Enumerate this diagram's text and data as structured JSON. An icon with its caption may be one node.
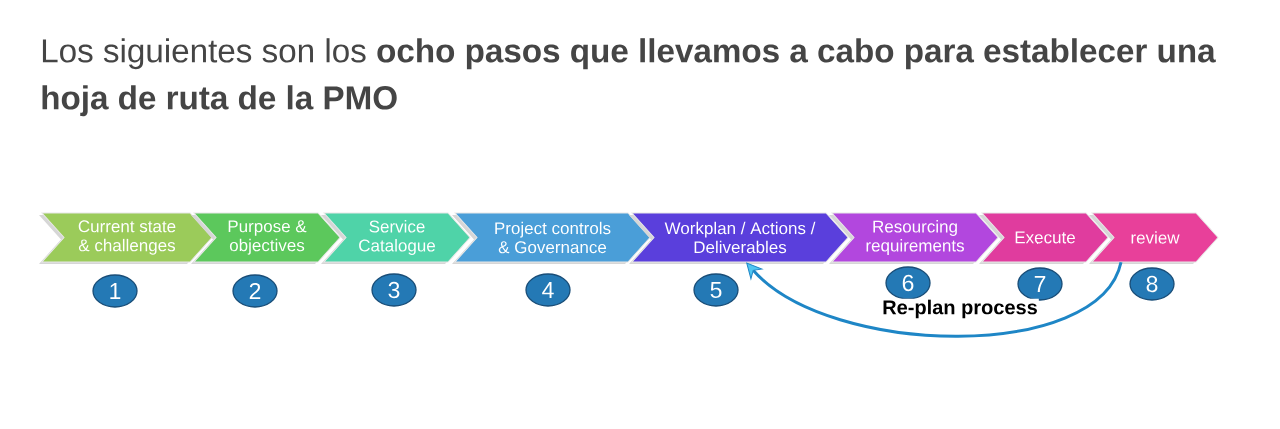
{
  "diagram": {
    "title": "Los siguientes son los **ocho pasos que llevamos a cabo para establecer una hoja de ruta de la PMO**",
    "nodes": [
      {
        "text": [
          "Current state & challenges"
        ]
      },
      {
        "text": [
          "Purpose & objectives"
        ]
      },
      {
        "text": [
          "Service Catalogue"
        ]
      },
      {
        "text": [
          "Project controls & Governance"
        ]
      },
      {
        "text": [
          "Workplan / Actions / Deliverables"
        ]
      },
      {
        "text": [
          "Resourcing requirements"
        ]
      },
      {
        "text": [
          "Execute"
        ]
      },
      {
        "text": [
          "review"
        ]
      },
      {
        "text": [
          "1"
        ]
      },
      {
        "text": [
          "2"
        ]
      },
      {
        "text": [
          "3"
        ]
      },
      {
        "text": [
          "4"
        ]
      },
      {
        "text": [
          "5"
        ]
      },
      {
        "text": [
          "6"
        ]
      },
      {
        "text": [
          "7"
        ]
      },
      {
        "text": [
          "8"
        ]
      }
    ],
    "edges": [
      {
        "from": 7,
        "to": 4,
        "arrow": "to",
        "label": "Re-plan process"
      }
    ]
  }
}
